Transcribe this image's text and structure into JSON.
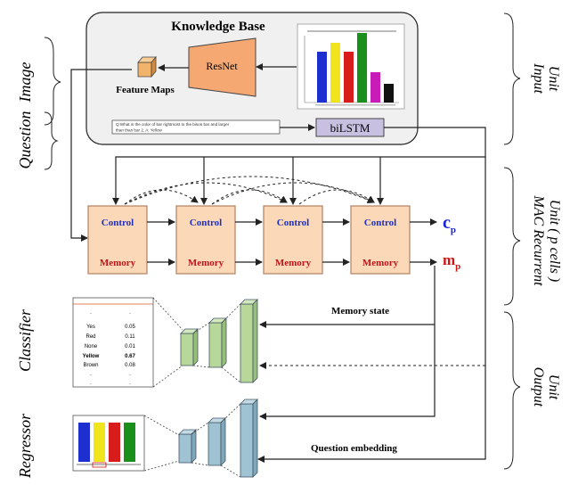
{
  "knowledge_base": {
    "title": "Knowledge Base"
  },
  "image_encoder": {
    "resnet_label": "ResNet",
    "feature_maps_label": "Feature Maps"
  },
  "question_encoder": {
    "question_text_line1": "Q:What is the color of bar rightmost to the bison bar and larger",
    "question_text_line2": "than than bar 2. A: Yellow",
    "bilstm_label": "biLSTM"
  },
  "left_labels": {
    "image": "Image",
    "question": "Question",
    "classifier": "Classifier",
    "regressor": "Regressor"
  },
  "right_labels": {
    "input_unit": [
      "Input",
      "Unit"
    ],
    "mac_unit": [
      "MAC Recurrent",
      "Unit ( p cells )"
    ],
    "output_unit": [
      "Output",
      "Unit"
    ]
  },
  "mac_cells": [
    {
      "control": "Control",
      "memory": "Memory"
    },
    {
      "control": "Control",
      "memory": "Memory"
    },
    {
      "control": "Control",
      "memory": "Memory"
    },
    {
      "control": "Control",
      "memory": "Memory"
    }
  ],
  "outputs": {
    "c": "c",
    "c_sub": "p",
    "m": "m",
    "m_sub": "p"
  },
  "arrow_labels": {
    "memory_state": "Memory state",
    "question_embedding": "Question embedding"
  },
  "classifier_table": {
    "rows": [
      {
        "label": ".",
        "value": "."
      },
      {
        "label": "Yes",
        "value": "0.05"
      },
      {
        "label": "Red",
        "value": "0.11"
      },
      {
        "label": "None",
        "value": "0.01"
      },
      {
        "label": "Yellow",
        "value": "0.67"
      },
      {
        "label": "Brown",
        "value": "0.08"
      },
      {
        "label": ".",
        "value": "."
      },
      {
        "label": ".",
        "value": "."
      }
    ]
  },
  "colors": {
    "kb_fill": "#f0f0f0",
    "cell_fill": "#fbd9b8",
    "cell_stroke": "#b08060",
    "bilstm_fill": "#c8c0e0",
    "resnet_fill": "#f6a873",
    "cube_fill": "#f2b36a",
    "classifier_block": "#b8d89a",
    "regressor_block": "#9fc3d3",
    "control_text": "#1f2fbf",
    "memory_text": "#c0141b",
    "c_out": "#1a24d4",
    "m_out": "#d01414"
  }
}
